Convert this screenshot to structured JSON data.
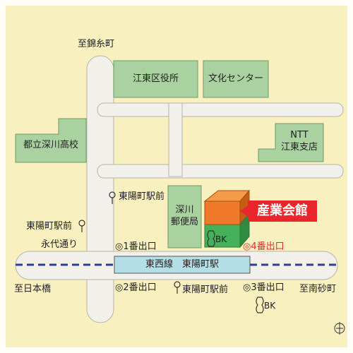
{
  "map": {
    "labels": {
      "to_kinshicho": "至錦糸町",
      "to_nihonbashi": "至日本橋",
      "to_minamisunamachi": "至南砂町",
      "eidai_dori": "永代通り",
      "bus_stop_west": "東陽町駅前",
      "bus_stop_north": "東陽町駅前",
      "bus_stop_south": "東陽町駅前"
    },
    "buildings": {
      "koto_ward_office": "江東区役所",
      "culture_center": "文化センター",
      "fukagawa_high_school": "都立深川高校",
      "ntt_line1": "NTT",
      "ntt_line2": "江東支店",
      "post_office_line1": "深川",
      "post_office_line2": "郵便局",
      "industry_hall": "産業会館"
    },
    "station": "東西線　東陽町駅",
    "exits": {
      "exit1": "◎1番出口",
      "exit2": "◎2番出口",
      "exit3": "◎3番出口",
      "exit4": "◎4番出口"
    },
    "banks": {
      "bank_north": "BK",
      "bank_south": "BK"
    },
    "colors": {
      "background": "#f8f0bf",
      "road": "#f2f0ea",
      "building": "#a9d2a0",
      "hall_top": "#f07a2a",
      "hall_base": "#45b15a",
      "callout": "#e8262b",
      "station_band": "#b4dfe6",
      "rail_line": "#2b3e98"
    }
  }
}
